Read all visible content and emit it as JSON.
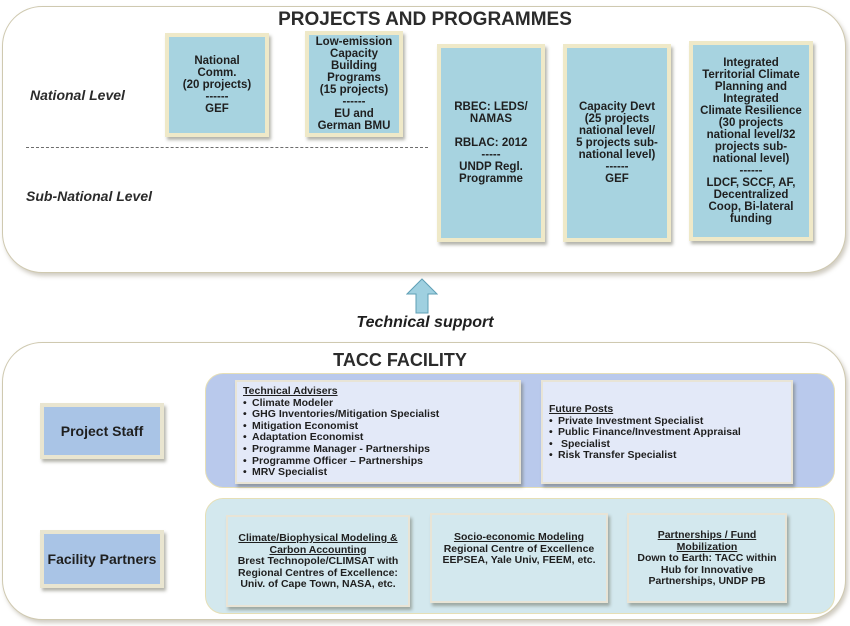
{
  "projects": {
    "title": "PROJECTS AND PROGRAMMES",
    "national_level": "National Level",
    "subnational_level": "Sub-National Level",
    "boxes": [
      {
        "lines": [
          "National",
          "Comm.",
          "(20 projects)",
          "------",
          "GEF"
        ]
      },
      {
        "lines": [
          "Low-emission",
          "Capacity",
          "Building",
          "Programs",
          "(15 projects)",
          "------",
          "EU and",
          "German BMU"
        ]
      },
      {
        "lines": [
          "RBEC: LEDS/",
          "NAMAS",
          "",
          "RBLAC: 2012",
          "-----",
          "UNDP Regl.",
          "Programme"
        ]
      },
      {
        "lines": [
          "Capacity Devt",
          "(25 projects",
          "national  level/",
          "5 projects sub-",
          "national level)",
          "------",
          "GEF"
        ]
      },
      {
        "lines": [
          "Integrated",
          "Territorial Climate",
          "Planning and",
          "Integrated",
          "Climate Resilience",
          "(30 projects",
          "national level/32",
          "projects sub-",
          "national level)",
          "------",
          "LDCF, SCCF, AF,",
          "Decentralized",
          "Coop, Bi-lateral",
          "funding"
        ]
      }
    ]
  },
  "support": {
    "label": "Technical support"
  },
  "facility": {
    "title": "TACC FACILITY",
    "project_staff_label": "Project Staff",
    "facility_partners_label": "Facility Partners",
    "technical_advisers": {
      "heading": "Technical Advisers",
      "items": [
        "Climate Modeler",
        "GHG Inventories/Mitigation Specialist",
        "Mitigation Economist",
        "Adaptation Economist",
        "Programme Manager - Partnerships",
        "Programme Officer – Partnerships",
        " MRV Specialist"
      ]
    },
    "future_posts": {
      "heading": "Future Posts",
      "items": [
        "Private Investment Specialist",
        "Public Finance/Investment Appraisal",
        "Risk Transfer Specialist"
      ],
      "continuation": "Specialist"
    },
    "partners": [
      {
        "heading": "Climate/Biophysical Modeling & Carbon Accounting",
        "body": "Brest Technopole/CLIMSAT with Regional Centres of Excellence: Univ. of Cape Town, NASA, etc."
      },
      {
        "heading": "Socio-economic Modeling",
        "body": "Regional Centre of Excellence EEPSEA, Yale Univ, FEEM, etc."
      },
      {
        "heading": "Partnerships / Fund Mobilization",
        "body": "Down to Earth: TACC within Hub for Innovative Partnerships,  UNDP PB"
      }
    ]
  },
  "colors": {
    "project_box": "#a7d3e0",
    "staff_band": "#b9c9ec",
    "partner_band": "#d3e8ee",
    "arrow": "#9fd0e0"
  }
}
